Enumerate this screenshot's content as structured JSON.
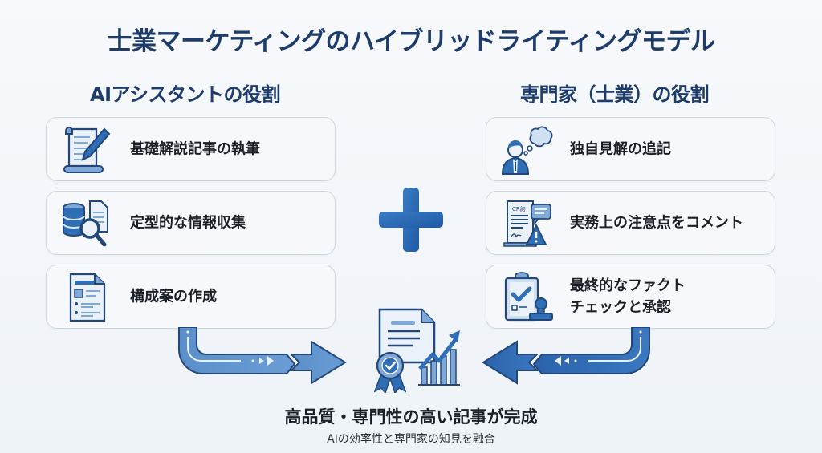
{
  "title": "士業マーケティングのハイブリッドライティングモデル",
  "colors": {
    "title": "#1d3c6b",
    "accent": "#2f6db5",
    "accent_light": "#7fa8d6",
    "accent_fill": "#cfe0f2",
    "card_border": "#cfd7e1"
  },
  "ai_column": {
    "heading": "AIアシスタントの役割",
    "items": [
      {
        "label": "基礎解説記事の執筆",
        "icon": "scroll-pen-icon"
      },
      {
        "label": "定型的な情報収集",
        "icon": "database-search-icon"
      },
      {
        "label": "構成案の作成",
        "icon": "outline-document-icon"
      }
    ]
  },
  "expert_column": {
    "heading": "専門家（士業）の役割",
    "items": [
      {
        "label": "独自見解の追記",
        "icon": "person-thought-icon"
      },
      {
        "label": "実務上の注意点をコメント",
        "icon": "contract-warning-icon",
        "icon_text": "CR約"
      },
      {
        "label": "最終的なファクト\nチェックと承認",
        "icon": "clipboard-stamp-icon"
      }
    ]
  },
  "combine_symbol": "plus-icon",
  "result": {
    "title": "高品質・専門性の高い記事が完成",
    "subtitle": "AIの効率性と専門家の知見を融合",
    "icon": "quality-report-icon"
  }
}
